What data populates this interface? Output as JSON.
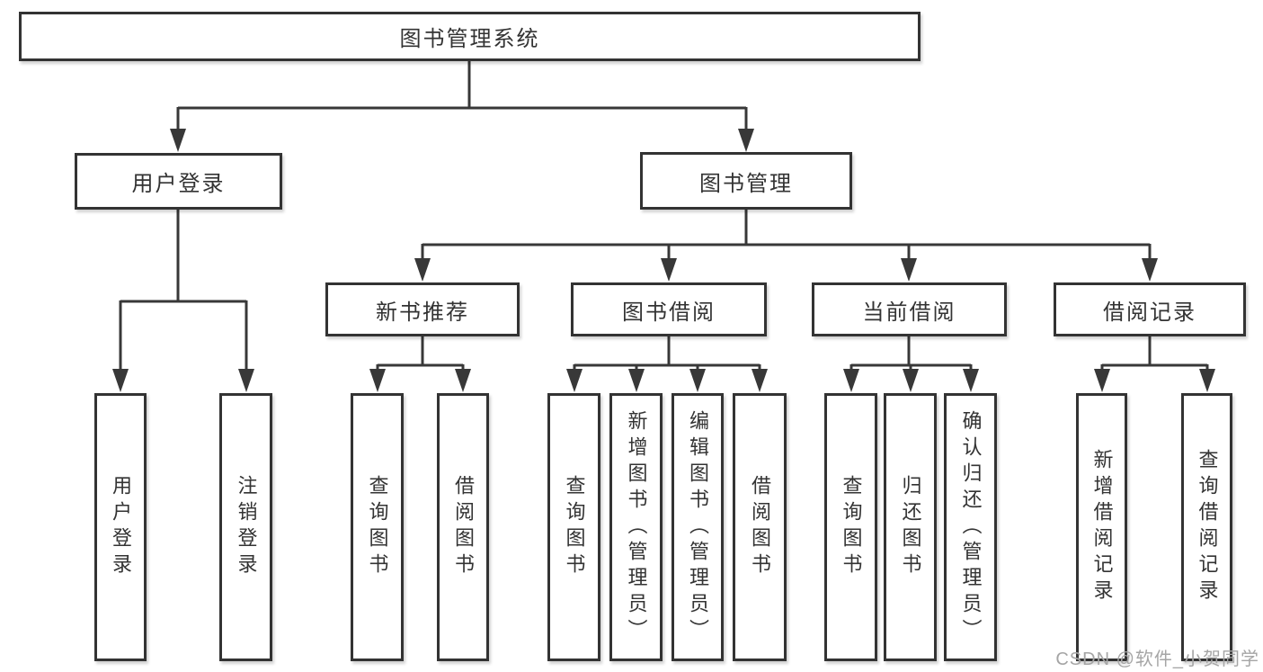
{
  "diagram": {
    "root": {
      "label": "图书管理系统"
    },
    "branches": [
      {
        "id": "user-login",
        "label": "用户登录"
      },
      {
        "id": "book-management",
        "label": "图书管理"
      }
    ],
    "modules": [
      {
        "id": "new-book-recommend",
        "label": "新书推荐",
        "parent": "图书管理"
      },
      {
        "id": "book-borrowing",
        "label": "图书借阅",
        "parent": "图书管理"
      },
      {
        "id": "current-borrowing",
        "label": "当前借阅",
        "parent": "图书管理"
      },
      {
        "id": "borrowing-records",
        "label": "借阅记录",
        "parent": "图书管理"
      }
    ],
    "leaves": [
      {
        "parent": "用户登录",
        "label": "用户登录"
      },
      {
        "parent": "用户登录",
        "label": "注销登录"
      },
      {
        "parent": "新书推荐",
        "label": "查询图书"
      },
      {
        "parent": "新书推荐",
        "label": "借阅图书"
      },
      {
        "parent": "图书借阅",
        "label": "查询图书"
      },
      {
        "parent": "图书借阅",
        "label": "新增图书（管理员）"
      },
      {
        "parent": "图书借阅",
        "label": "编辑图书（管理员）"
      },
      {
        "parent": "图书借阅",
        "label": "借阅图书"
      },
      {
        "parent": "当前借阅",
        "label": "查询图书"
      },
      {
        "parent": "当前借阅",
        "label": "归还图书"
      },
      {
        "parent": "当前借阅",
        "label": "确认归还（管理员）"
      },
      {
        "parent": "借阅记录",
        "label": "新增借阅记录"
      },
      {
        "parent": "借阅记录",
        "label": "查询借阅记录"
      }
    ]
  },
  "watermark": {
    "text": "CSDN @软件_小贺同学"
  },
  "colors": {
    "line": "#383838",
    "box_border": "#333333",
    "text": "#333333",
    "watermark": "#a5a5a5",
    "background": "#ffffff"
  }
}
